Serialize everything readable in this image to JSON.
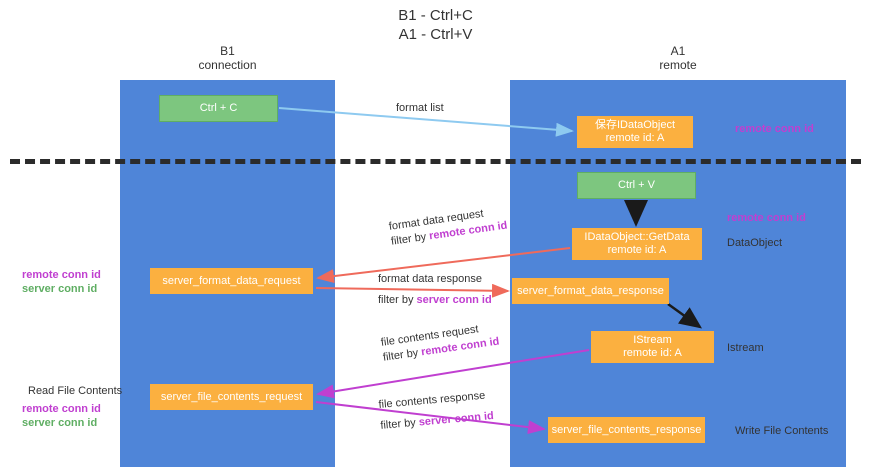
{
  "title": {
    "line1": "B1 - Ctrl+C",
    "line2": "A1 - Ctrl+V"
  },
  "lanes": [
    {
      "id": "b1",
      "name": "B1",
      "role": "connection",
      "color": "#4f85d8"
    },
    {
      "id": "a1",
      "name": "A1",
      "role": "remote",
      "color": "#4f85d8"
    }
  ],
  "nodes": {
    "ctrl_c": {
      "label": "Ctrl + C",
      "color": "#7dc67f"
    },
    "save_idataobject": {
      "line1": "保存IDataObject",
      "line2": "remote id: A",
      "color": "#fbb040"
    },
    "ctrl_v": {
      "label": "Ctrl + V",
      "color": "#7dc67f"
    },
    "getdata": {
      "line1": "IDataObject::GetData",
      "line2": "remote id: A",
      "color": "#fbb040"
    },
    "server_format_data_request": {
      "label": "server_format_data_request",
      "color": "#fbb040"
    },
    "server_format_data_response": {
      "label": "server_format_data_response",
      "color": "#fbb040"
    },
    "istream": {
      "line1": "IStream",
      "line2": "remote id: A",
      "color": "#fbb040"
    },
    "server_file_contents_request": {
      "label": "server_file_contents_request",
      "color": "#fbb040"
    },
    "server_file_contents_response": {
      "label": "server_file_contents_response",
      "color": "#fbb040"
    }
  },
  "edges": {
    "format_list": {
      "label": "format list"
    },
    "format_data_request": {
      "label": "format data request",
      "filter_prefix": "filter by ",
      "filter_key": "remote conn id"
    },
    "format_data_response": {
      "label": "format data response",
      "filter_prefix": "filter by ",
      "filter_key": "server conn id"
    },
    "file_contents_request": {
      "label": "file contents request",
      "filter_prefix": "filter by ",
      "filter_key": "remote conn id"
    },
    "file_contents_response": {
      "label": "file contents response",
      "filter_prefix": "filter by ",
      "filter_key": "server conn id"
    }
  },
  "annotations": {
    "right_remote_conn_id_top": "remote conn id",
    "right_remote_conn_id_mid": "remote conn id",
    "dataobject": "DataObject",
    "istream": "Istream",
    "write_file_contents": "Write File Contents",
    "read_file_contents": "Read File Contents",
    "left_remote_conn_id_mid": "remote conn id",
    "left_server_conn_id_mid": "server conn id",
    "left_remote_conn_id_bottom": "remote conn id",
    "left_server_conn_id_bottom": "server conn id"
  },
  "colors": {
    "lane": "#4f85d8",
    "green_box": "#7dc67f",
    "orange_box": "#fbb040",
    "magenta": "#c03fd0",
    "green_text": "#5fae63",
    "arrow_blue": "#8ecaf0",
    "arrow_red": "#ef6a5b",
    "arrow_black": "#1a1a1a",
    "arrow_magenta": "#c03fd0",
    "divider": "#2b2b2b"
  }
}
